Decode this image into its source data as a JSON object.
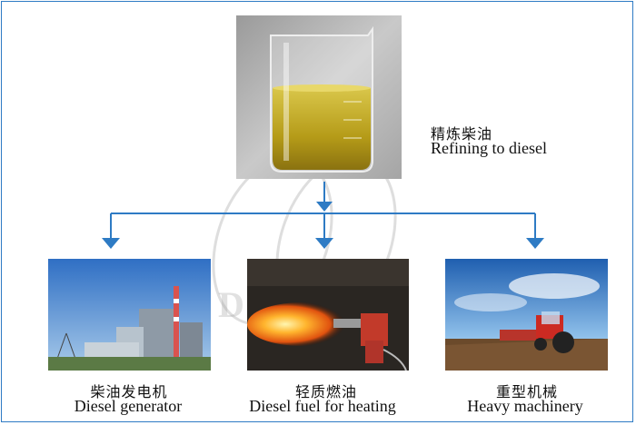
{
  "top": {
    "zh": "精炼柴油",
    "en": "Refining to diesel"
  },
  "items": [
    {
      "zh": "柴油发电机",
      "en": "Diesel generator"
    },
    {
      "zh": "轻质燃油",
      "en": "Diesel fuel for heating"
    },
    {
      "zh": "重型机械",
      "en": "Heavy machinery"
    }
  ],
  "watermark": "DOING",
  "colors": {
    "frame": "#2e7bc4",
    "arrow": "#2e7bc4"
  }
}
